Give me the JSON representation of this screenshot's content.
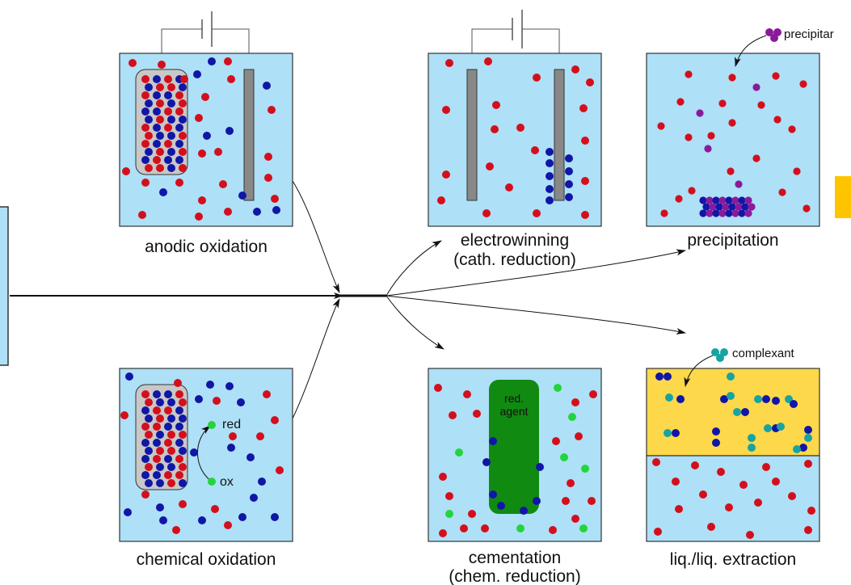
{
  "colors": {
    "solution": "#aee0f7",
    "organic": "#fcd84a",
    "orange_mark": "#ffc400",
    "gray_box": "#c8c8c8",
    "red_ion": "#d40f1c",
    "blue_ion": "#1016a6",
    "green_ion": "#22d53a",
    "purple_ion": "#8a1a9a",
    "teal_ion": "#17a3a3",
    "reducing_agent": "#118a11"
  },
  "panels": {
    "anodic": {
      "label": "anodic oxidation"
    },
    "electrowinning": {
      "label_line1": "electrowinning",
      "label_line2": "(cath. reduction)"
    },
    "precipitation": {
      "label": "precipitation",
      "callout": "precipitar"
    },
    "chemical": {
      "label": "chemical oxidation",
      "red_text": "red",
      "ox_text": "ox"
    },
    "cementation": {
      "label_line1": "cementation",
      "label_line2": "(chem. reduction)",
      "agent_line1": "red.",
      "agent_line2": "agent"
    },
    "extraction": {
      "label": "liq./liq. extraction",
      "callout": "complexant"
    }
  },
  "icons": [
    "battery-icon",
    "arrow-icon",
    "molecule-icon"
  ]
}
